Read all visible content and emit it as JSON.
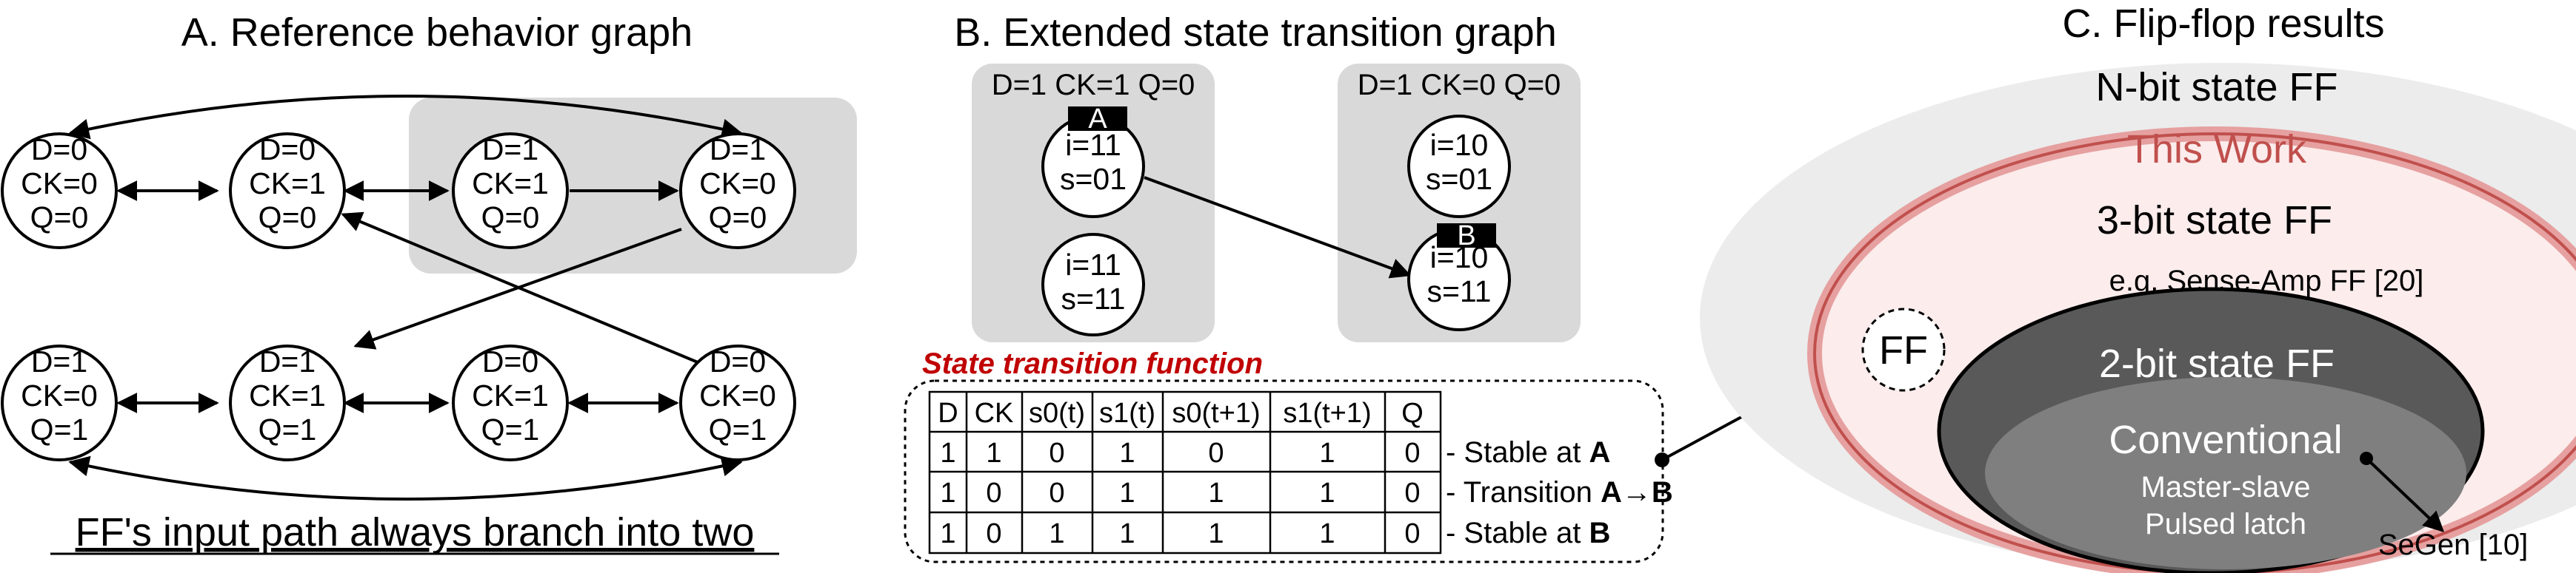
{
  "panelA": {
    "title": "A. Reference behavior graph",
    "nodes": [
      {
        "l1": "D=0",
        "l2": "CK=0",
        "l3": "Q=0"
      },
      {
        "l1": "D=0",
        "l2": "CK=1",
        "l3": "Q=0"
      },
      {
        "l1": "D=1",
        "l2": "CK=1",
        "l3": "Q=0"
      },
      {
        "l1": "D=1",
        "l2": "CK=0",
        "l3": "Q=0"
      },
      {
        "l1": "D=1",
        "l2": "CK=0",
        "l3": "Q=1"
      },
      {
        "l1": "D=1",
        "l2": "CK=1",
        "l3": "Q=1"
      },
      {
        "l1": "D=0",
        "l2": "CK=1",
        "l3": "Q=1"
      },
      {
        "l1": "D=0",
        "l2": "CK=0",
        "l3": "Q=1"
      }
    ],
    "caption": "FF's input path always branch into two"
  },
  "panelB": {
    "title": "B. Extended state transition graph",
    "group1_label": "D=1 CK=1 Q=0",
    "group2_label": "D=1 CK=0 Q=0",
    "tagA": "A",
    "tagB": "B",
    "nodes": [
      {
        "l1": "i=11",
        "l2": "s=01"
      },
      {
        "l1": "i=11",
        "l2": "s=11"
      },
      {
        "l1": "i=10",
        "l2": "s=01"
      },
      {
        "l1": "i=10",
        "l2": "s=11"
      }
    ],
    "stf_title": "State transition function",
    "table": {
      "headers": [
        "D",
        "CK",
        "s0(t)",
        "s1(t)",
        "s0(t+1)",
        "s1(t+1)",
        "Q"
      ],
      "rows": [
        [
          "1",
          "1",
          "0",
          "1",
          "0",
          "1",
          "0"
        ],
        [
          "1",
          "0",
          "0",
          "1",
          "1",
          "1",
          "0"
        ],
        [
          "1",
          "0",
          "1",
          "1",
          "1",
          "1",
          "0"
        ]
      ],
      "notes": [
        {
          "prefix": "- Stable at ",
          "bold": "A"
        },
        {
          "prefix": "- Transition ",
          "bold": "A→B"
        },
        {
          "prefix": "- Stable at ",
          "bold": "B"
        }
      ]
    }
  },
  "panelC": {
    "title": "C. Flip-flop results",
    "nbit": "N-bit state FF",
    "this_work": "This Work",
    "three_bit": "3-bit state FF",
    "example": "e.g, Sense-Amp FF [20]",
    "ff": "FF",
    "two_bit": "2-bit state FF",
    "conventional": "Conventional",
    "master_slave": "Master-slave",
    "pulsed_latch": "Pulsed latch",
    "segen": "SeGen [10]"
  },
  "colors": {
    "gray_box": "#d9d9d9",
    "outer_ellipse": "#ececec",
    "this_work_red": "#c0504d",
    "this_work_fill": "#fcecec",
    "two_bit_fill": "#595959",
    "conventional_fill": "#7f7f7f",
    "stf_red": "#c00000"
  }
}
